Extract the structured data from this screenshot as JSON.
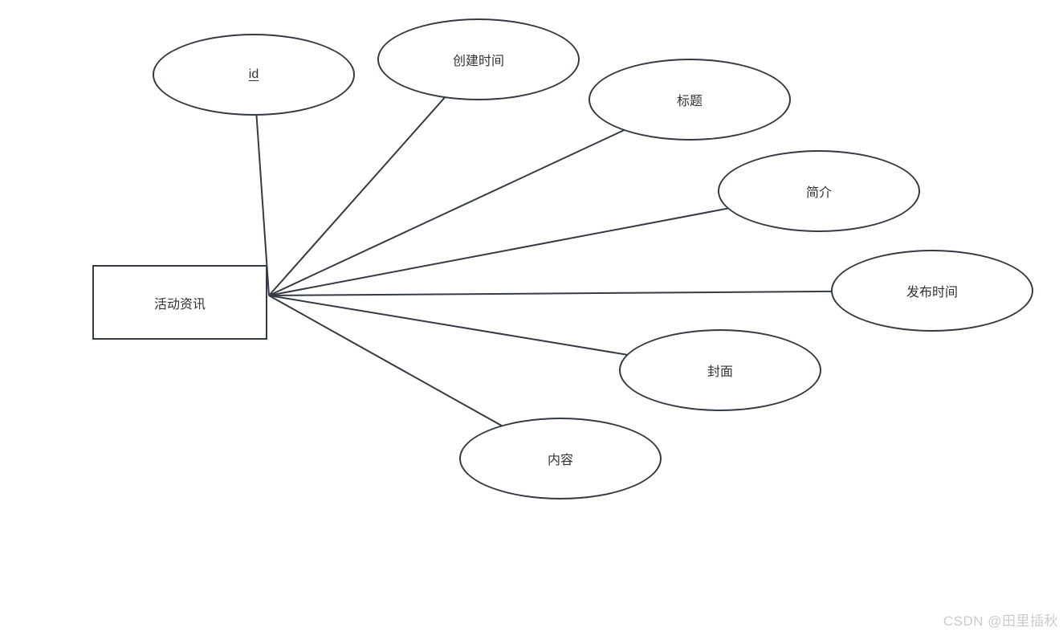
{
  "diagram": {
    "type": "er-diagram",
    "entity": {
      "label": "活动资讯",
      "shape": "rectangle"
    },
    "attributes": [
      {
        "label": "id",
        "primary_key": true,
        "shape": "ellipse"
      },
      {
        "label": "创建时间",
        "primary_key": false,
        "shape": "ellipse"
      },
      {
        "label": "标题",
        "primary_key": false,
        "shape": "ellipse"
      },
      {
        "label": "简介",
        "primary_key": false,
        "shape": "ellipse"
      },
      {
        "label": "发布时间",
        "primary_key": false,
        "shape": "ellipse"
      },
      {
        "label": "封面",
        "primary_key": false,
        "shape": "ellipse"
      },
      {
        "label": "内容",
        "primary_key": false,
        "shape": "ellipse"
      }
    ],
    "connections": [
      {
        "from": "活动资讯",
        "to": "id"
      },
      {
        "from": "活动资讯",
        "to": "创建时间"
      },
      {
        "from": "活动资讯",
        "to": "标题"
      },
      {
        "from": "活动资讯",
        "to": "简介"
      },
      {
        "from": "活动资讯",
        "to": "发布时间"
      },
      {
        "from": "活动资讯",
        "to": "封面"
      },
      {
        "from": "活动资讯",
        "to": "内容"
      }
    ]
  },
  "watermark": {
    "text": "CSDN @田里插秋"
  },
  "colors": {
    "stroke": "#343b45",
    "text": "#333333",
    "watermark": "#cbcbcb",
    "background": "#ffffff"
  }
}
